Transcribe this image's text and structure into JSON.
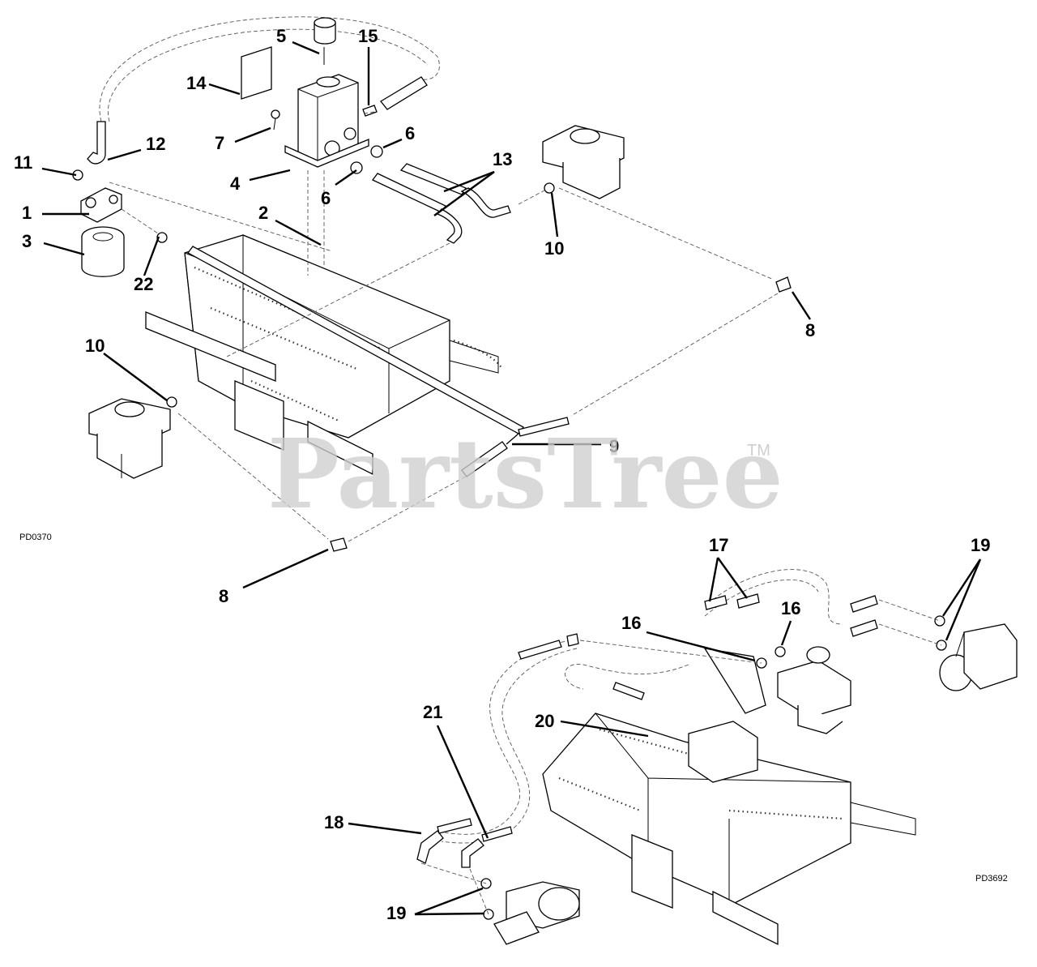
{
  "watermark": {
    "text": "PartsTree",
    "trademark": "TM"
  },
  "figure_codes": {
    "upper": "PD0370",
    "lower": "PD3692"
  },
  "callouts": {
    "c1": "1",
    "c2": "2",
    "c3": "3",
    "c4": "4",
    "c5": "5",
    "c6a": "6",
    "c6b": "6",
    "c7": "7",
    "c8a": "8",
    "c8b": "8",
    "c9": "9",
    "c10a": "10",
    "c10b": "10",
    "c11": "11",
    "c12": "12",
    "c13": "13",
    "c14": "14",
    "c15": "15",
    "c16a": "16",
    "c16b": "16",
    "c17": "17",
    "c18": "18",
    "c19a": "19",
    "c19b": "19",
    "c20": "20",
    "c21": "21",
    "c22": "22"
  }
}
